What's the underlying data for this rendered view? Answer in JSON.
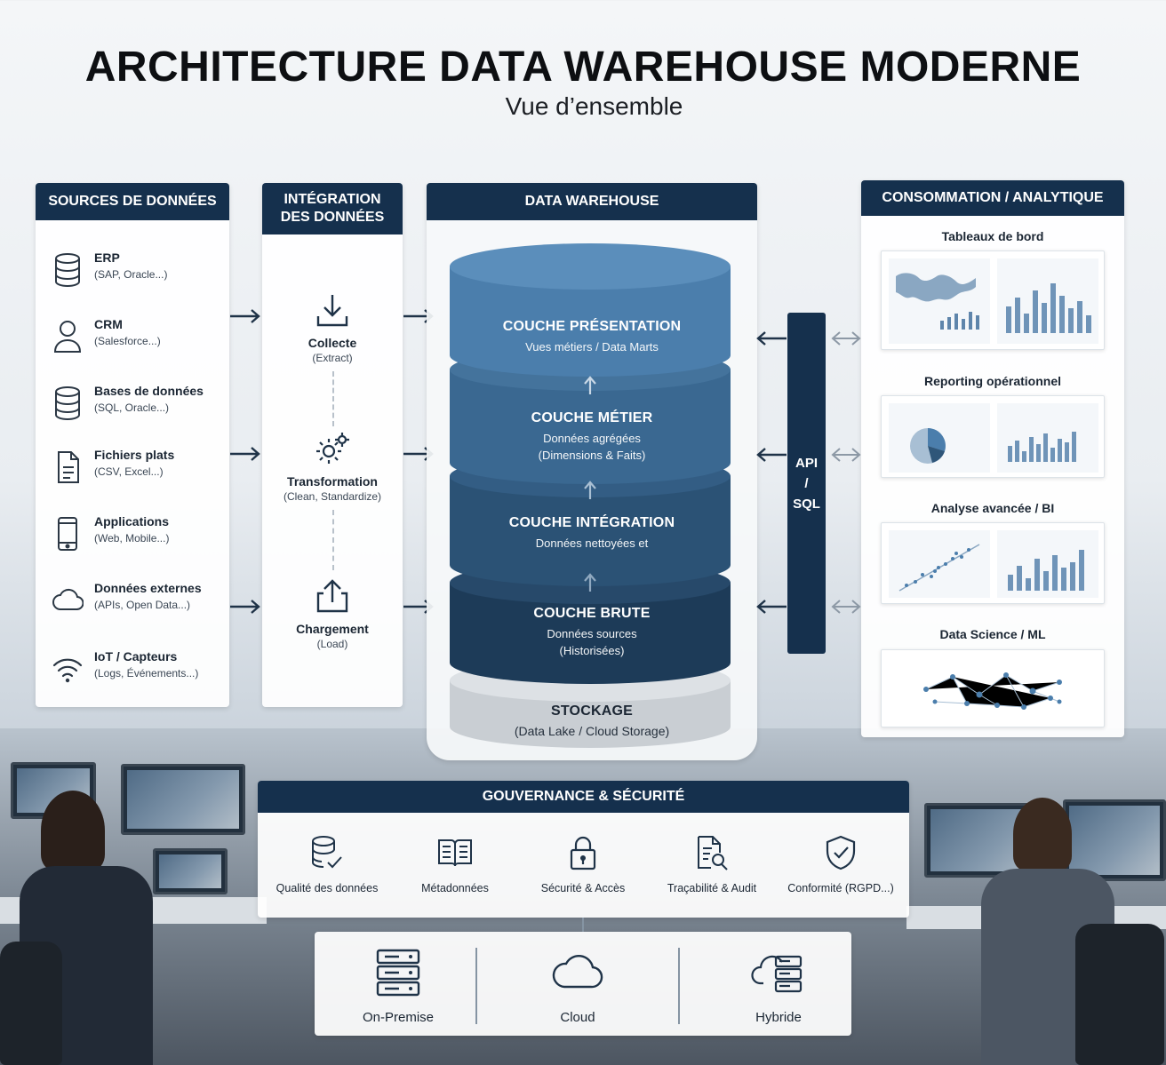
{
  "title": "ARCHITECTURE DATA WAREHOUSE MODERNE",
  "subtitle": "Vue d’ensemble",
  "sources": {
    "header": "SOURCES DE DONNÉES",
    "items": [
      {
        "name": "ERP",
        "sub": "(SAP, Oracle...)",
        "icon": "database-icon"
      },
      {
        "name": "CRM",
        "sub": "(Salesforce...)",
        "icon": "user-icon"
      },
      {
        "name": "Bases de données",
        "sub": "(SQL, Oracle...)",
        "icon": "database-icon"
      },
      {
        "name": "Fichiers plats",
        "sub": "(CSV, Excel...)",
        "icon": "file-icon"
      },
      {
        "name": "Applications",
        "sub": "(Web, Mobile...)",
        "icon": "mobile-icon"
      },
      {
        "name": "Données externes",
        "sub": "(APIs, Open Data...)",
        "icon": "cloud-icon"
      },
      {
        "name": "IoT / Capteurs",
        "sub": "(Logs, Événements...)",
        "icon": "wifi-icon"
      }
    ]
  },
  "integration": {
    "header_line1": "INTÉGRATION",
    "header_line2": "DES DONNÉES",
    "steps": [
      {
        "name": "Collecte",
        "sub": "(Extract)",
        "icon": "download-icon"
      },
      {
        "name": "Transformation",
        "sub": "(Clean, Standardize)",
        "icon": "gears-icon"
      },
      {
        "name": "Chargement",
        "sub": "(Load)",
        "icon": "upload-icon"
      }
    ]
  },
  "warehouse": {
    "header": "DATA WAREHOUSE",
    "layers": [
      {
        "title": "COUCHE PRÉSENTATION",
        "line1": "Vues métiers / Data Marts",
        "line2": ""
      },
      {
        "title": "COUCHE MÉTIER",
        "line1": "Données agrégées",
        "line2": "(Dimensions & Faits)"
      },
      {
        "title": "COUCHE INTÉGRATION",
        "line1": "Données nettoyées et",
        "line2": ""
      },
      {
        "title": "COUCHE BRUTE",
        "line1": "Données sources",
        "line2": "(Historisées)"
      }
    ],
    "storage_title": "STOCKAGE",
    "storage_sub": "(Data Lake / Cloud Storage)",
    "colors": [
      "#4f82b0",
      "#3f6e9b",
      "#2f5679",
      "#1f3f5e",
      "#d4d8dc"
    ]
  },
  "api": {
    "line1": "API",
    "line2": "/",
    "line3": "SQL"
  },
  "consumption": {
    "header": "CONSOMMATION / ANALYTIQUE",
    "items": [
      {
        "label": "Tableaux de bord"
      },
      {
        "label": "Reporting opérationnel"
      },
      {
        "label": "Analyse avancée / BI"
      },
      {
        "label": "Data Science / ML"
      }
    ]
  },
  "governance": {
    "header": "GOUVERNANCE & SÉCURITÉ",
    "items": [
      {
        "label": "Qualité des données",
        "icon": "database-check-icon"
      },
      {
        "label": "Métadonnées",
        "icon": "book-icon"
      },
      {
        "label": "Sécurité & Accès",
        "icon": "lock-icon"
      },
      {
        "label": "Traçabilité & Audit",
        "icon": "document-search-icon"
      },
      {
        "label": "Conformité (RGPD...)",
        "icon": "shield-check-icon"
      }
    ]
  },
  "deployment": {
    "items": [
      {
        "label": "On-Premise",
        "icon": "server-icon"
      },
      {
        "label": "Cloud",
        "icon": "cloud-icon"
      },
      {
        "label": "Hybride",
        "icon": "hybrid-cloud-server-icon"
      }
    ]
  },
  "brand_color": "#15304d"
}
